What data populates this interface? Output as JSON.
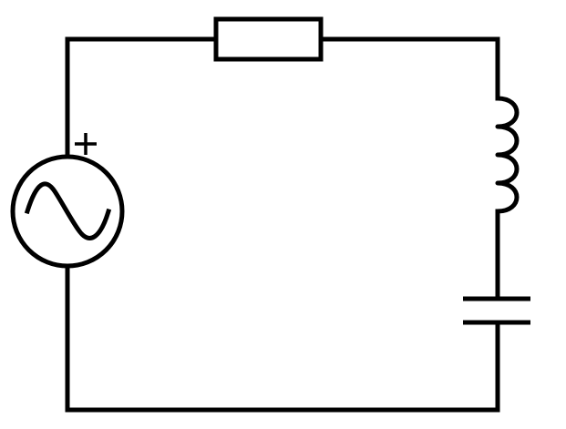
{
  "diagram": {
    "type": "series RLC circuit",
    "colors": {
      "line": "#000000",
      "background": "#ffffff"
    },
    "components": [
      {
        "id": "source",
        "kind": "ac-voltage-source",
        "icon": "sine-wave-icon",
        "polarity_mark": "+"
      },
      {
        "id": "resistor",
        "kind": "resistor"
      },
      {
        "id": "inductor",
        "kind": "inductor",
        "turns": 4
      },
      {
        "id": "capacitor",
        "kind": "capacitor"
      }
    ],
    "connections": [
      [
        "source",
        "resistor"
      ],
      [
        "resistor",
        "inductor"
      ],
      [
        "inductor",
        "capacitor"
      ],
      [
        "capacitor",
        "source"
      ]
    ]
  }
}
